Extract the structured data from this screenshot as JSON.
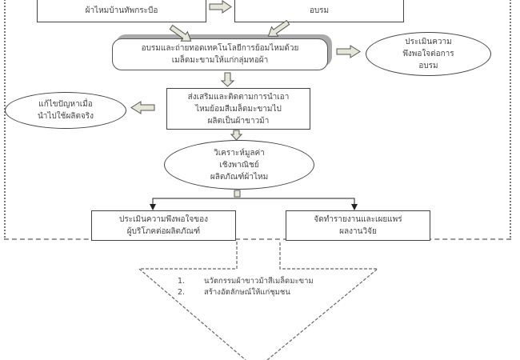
{
  "diagram": {
    "top_left_box": {
      "lines": [
        "ผ้าไหมบ้านทัพกระบือ"
      ]
    },
    "top_right_box": {
      "lines": [
        "อบรม"
      ]
    },
    "training_box": {
      "lines": [
        "อบรมและถ่ายทอดเทคโนโลยีการย้อมไหมด้วย",
        "เมล็ดมะขามให้แก่กลุ่มทอผ้า"
      ]
    },
    "evaluate_training_ellipse": {
      "lines": [
        "ประเมินความ",
        "พึงพอใจต่อการ",
        "อบรม"
      ]
    },
    "promote_box": {
      "lines": [
        "ส่งเสริมและติดตามการนำเอา",
        "ไหมย้อมสีเมล็ดมะขามไป",
        "ผลิตเป็นผ้าขาวม้า"
      ]
    },
    "solve_problem_ellipse": {
      "lines": [
        "แก้ไขปัญหาเมื่อ",
        "นำไปใช้ผลิตจริง"
      ]
    },
    "value_analysis_ellipse": {
      "lines": [
        "วิเคราะห์มูลค่า",
        "เชิงพาณิชย์",
        "ผลิตภัณฑ์ผ้าไหม"
      ]
    },
    "consumer_eval_box": {
      "lines": [
        "ประเมินความพึงพอใจของ",
        "ผู้บริโภคต่อผลิตภัณฑ์"
      ]
    },
    "report_box": {
      "lines": [
        "จัดทำรายงานและเผยแพร่",
        "ผลงานวิจัย"
      ]
    },
    "outcomes": [
      {
        "num": "1.",
        "text": "นวัตกรรมผ้าขาวม้าสีเมล็ดมะขาม"
      },
      {
        "num": "2.",
        "text": "สร้างอัตลักษณ์ให้แก่ชุมชน"
      }
    ]
  },
  "colors": {
    "arrow_fill": "#e6e6d8",
    "arrow_stroke": "#555555",
    "shadow": "#aaaaaa",
    "frame": "#777777"
  }
}
